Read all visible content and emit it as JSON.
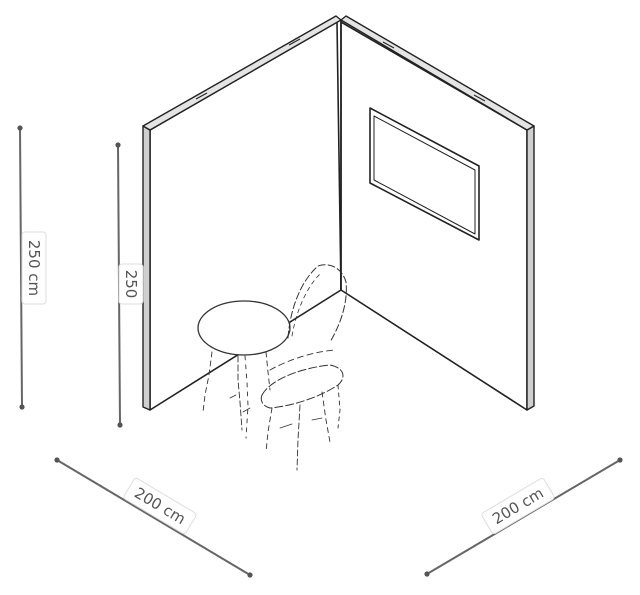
{
  "dimensions": {
    "height_outer": "250 cm",
    "height_inner": "250",
    "width_left": "200 cm",
    "width_right": "200 cm"
  },
  "colors": {
    "dimension_line": "#666666",
    "outline": "#222222",
    "wall_fill": "#ffffff"
  }
}
